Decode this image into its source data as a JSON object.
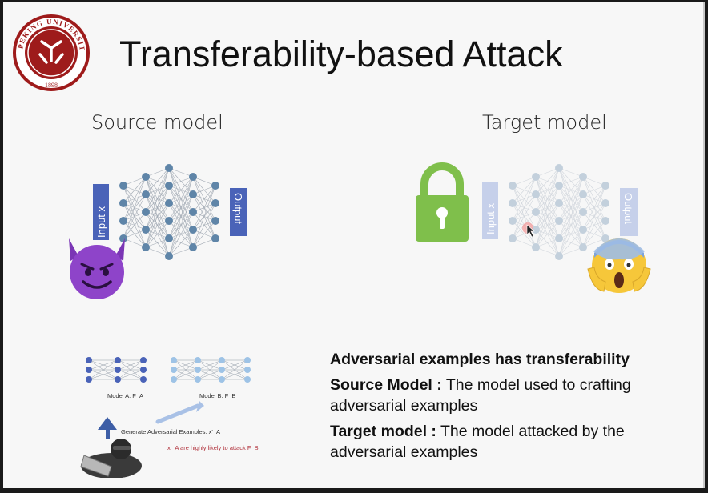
{
  "slide": {
    "title": "Transferability-based Attack",
    "logo": {
      "name": "peking-university-seal",
      "ring_text": "PEKING UNIVERSITY",
      "year": "1898",
      "color": "#9e1b1b"
    },
    "source_section": {
      "label": "Source model",
      "input_label": "Input x",
      "output_label": "Output",
      "emoji": "smiling-face-with-horns-icon"
    },
    "target_section": {
      "label": "Target model",
      "input_label": "Input x",
      "output_label": "Output",
      "lock": "lock-icon",
      "emoji": "face-screaming-in-fear-icon"
    },
    "illustration": {
      "model_a_label": "Model A:  F_A",
      "model_b_label": "Model B:  F_B",
      "generate_label": "Generate Adversarial Examples:  x'_A",
      "attack_note": "x'_A are highly likely to attack F_B"
    },
    "summary": {
      "heading": "Adversarial examples has transferability",
      "source_term": "Source Model :",
      "source_def": " The model used to crafting adversarial examples",
      "target_term": "Target model :",
      "target_def": " The model attacked by the adversarial examples"
    }
  },
  "colors": {
    "accent_blue": "#4a63b8",
    "node_blue": "#5f85a8",
    "faded_blue": "#c6d0ea",
    "lock_green": "#7fbf4b",
    "emoji_purple": "#8e44c9",
    "emoji_yellow": "#f6c73a"
  }
}
